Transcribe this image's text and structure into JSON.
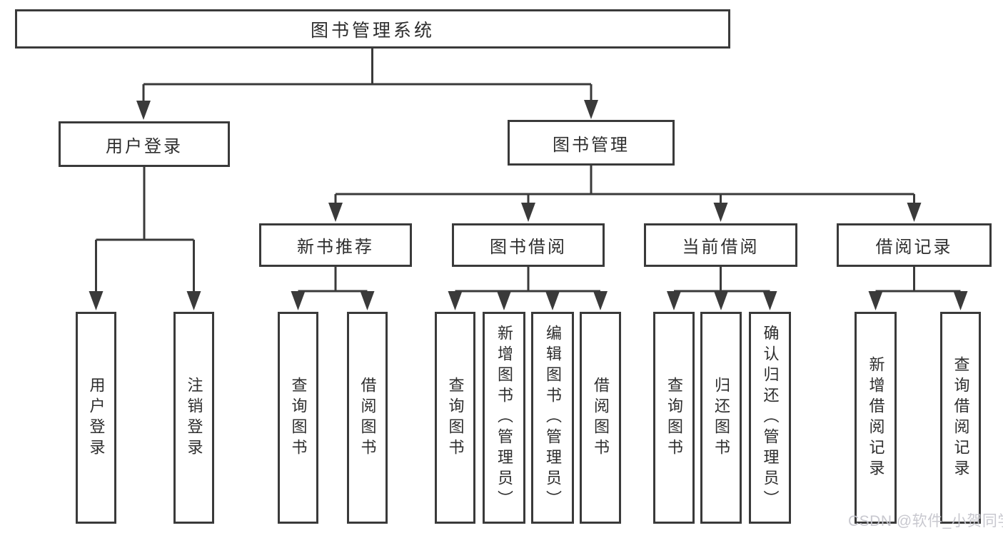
{
  "tree": {
    "root": {
      "label": "图书管理系统",
      "children": [
        {
          "label": "用户登录",
          "children": [
            {
              "label": "用户登录"
            },
            {
              "label": "注销登录"
            }
          ]
        },
        {
          "label": "图书管理",
          "children": [
            {
              "label": "新书推荐",
              "children": [
                {
                  "label": "查询图书"
                },
                {
                  "label": "借阅图书"
                }
              ]
            },
            {
              "label": "图书借阅",
              "children": [
                {
                  "label": "查询图书"
                },
                {
                  "label": "新增图书（管理员）"
                },
                {
                  "label": "编辑图书（管理员）"
                },
                {
                  "label": "借阅图书"
                }
              ]
            },
            {
              "label": "当前借阅",
              "children": [
                {
                  "label": "查询图书"
                },
                {
                  "label": "归还图书"
                },
                {
                  "label": "确认归还（管理员）"
                }
              ]
            },
            {
              "label": "借阅记录",
              "children": [
                {
                  "label": "新增借阅记录"
                },
                {
                  "label": "查询借阅记录"
                }
              ]
            }
          ]
        }
      ]
    }
  },
  "watermark": {
    "text": "CSDN @软件_小贺同学"
  },
  "colors": {
    "line": "#3a3a3a",
    "text": "#2e2e2e",
    "watermark": "#c6c6cd",
    "background": "#ffffff"
  }
}
